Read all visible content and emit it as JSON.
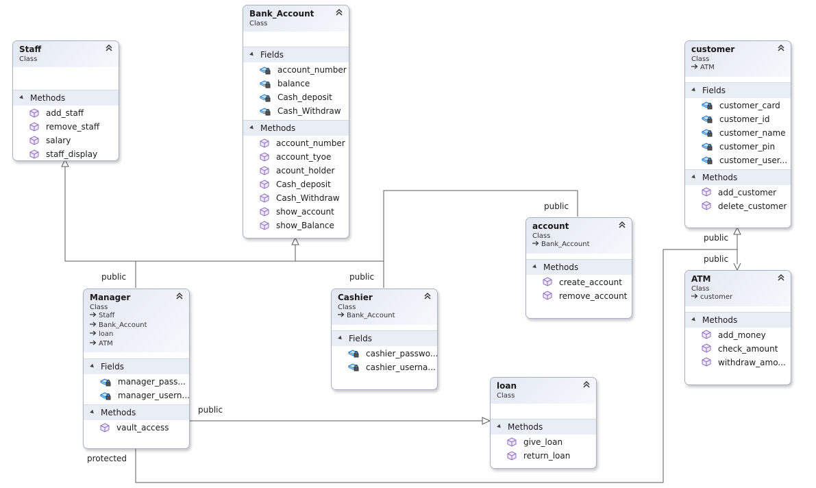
{
  "classes": {
    "staff": {
      "name": "Staff",
      "kind": "Class",
      "methods_label": "Methods",
      "methods": [
        "add_staff",
        "remove_staff",
        "salary",
        "staff_display"
      ]
    },
    "bank_account": {
      "name": "Bank_Account",
      "kind": "Class",
      "fields_label": "Fields",
      "fields": [
        "account_number",
        "balance",
        "Cash_deposit",
        "Cash_Withdraw"
      ],
      "methods_label": "Methods",
      "methods": [
        "account_number",
        "account_tyoe",
        "acount_holder",
        "Cash_deposit",
        "Cash_Withdraw",
        "show_account",
        "show_Balance"
      ]
    },
    "customer": {
      "name": "customer",
      "kind": "Class",
      "bases": [
        "ATM"
      ],
      "fields_label": "Fields",
      "fields": [
        "customer_card",
        "customer_id",
        "customer_name",
        "customer_pin",
        "customer_user..."
      ],
      "methods_label": "Methods",
      "methods": [
        "add_customer",
        "delete_customer"
      ]
    },
    "account": {
      "name": "account",
      "kind": "Class",
      "bases": [
        "Bank_Account"
      ],
      "methods_label": "Methods",
      "methods": [
        "create_account",
        "remove_account"
      ]
    },
    "atm": {
      "name": "ATM",
      "kind": "Class",
      "bases": [
        "customer"
      ],
      "methods_label": "Methods",
      "methods": [
        "add_money",
        "check_amount",
        "withdraw_amo..."
      ]
    },
    "manager": {
      "name": "Manager",
      "kind": "Class",
      "bases": [
        "Staff",
        "Bank_Account",
        "loan",
        "ATM"
      ],
      "fields_label": "Fields",
      "fields": [
        "manager_pass...",
        "manager_usern..."
      ],
      "methods_label": "Methods",
      "methods": [
        "vault_access"
      ]
    },
    "cashier": {
      "name": "Cashier",
      "kind": "Class",
      "bases": [
        "Bank_Account"
      ],
      "fields_label": "Fields",
      "fields": [
        "cashier_passwo...",
        "cashier_userna..."
      ]
    },
    "loan": {
      "name": "loan",
      "kind": "Class",
      "methods_label": "Methods",
      "methods": [
        "give_loan",
        "return_loan"
      ]
    }
  },
  "connector_labels": {
    "manager_public": "public",
    "cashier_public": "public",
    "account_public": "public",
    "customer_public": "public",
    "atm_public": "public",
    "loan_public": "public",
    "manager_protected": "protected"
  },
  "icons": {
    "field": "field-lock-icon",
    "method": "method-cube-icon",
    "base": "arrow-right-icon",
    "collapse": "double-chevron-up-icon"
  },
  "colors": {
    "field_icon": "#1f73c9",
    "method_icon": "#8a6bbd",
    "line": "#5a5a5a"
  }
}
